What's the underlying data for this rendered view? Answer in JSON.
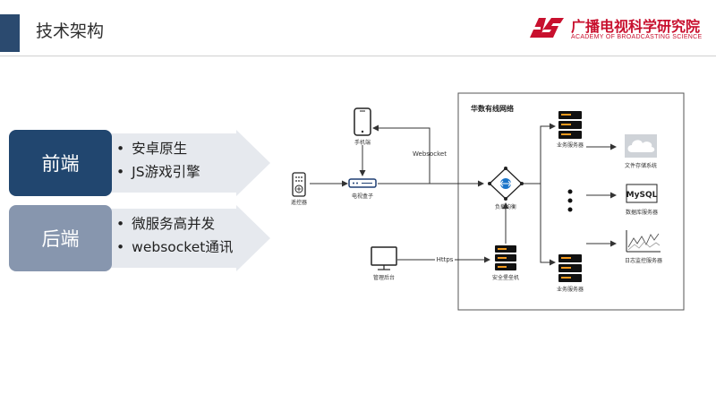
{
  "header": {
    "title": "技术架构",
    "logo_cn": "广播电视科学研究院",
    "logo_en": "ACADEMY OF BROADCASTING SCIENCE"
  },
  "stack": {
    "frontend": {
      "label": "前端",
      "items": [
        "安卓原生",
        "JS游戏引擎"
      ]
    },
    "backend": {
      "label": "后端",
      "items": [
        "微服务高并发",
        "websocket通讯"
      ]
    }
  },
  "diagram": {
    "network_title": "华数有线网络",
    "phone": "手机端",
    "remote": "遥控器",
    "stb": "电视盒子",
    "websocket": "Websocket",
    "lb": "负载均衡",
    "admin": "管理后台",
    "https": "Https",
    "bastion": "安全堡垒机",
    "server_top": "业务服务器",
    "server_bottom": "业务服务器",
    "file_storage": "文件存储系统",
    "database": "数据库服务器",
    "mysql": "MySQL",
    "monitor": "日志监控服务器"
  },
  "colors": {
    "accent": "#2b4a6f",
    "frontend_box": "#21466f",
    "backend_box": "#8796ae",
    "arrow": "#e6e9ee",
    "logo_red": "#c8102e"
  }
}
